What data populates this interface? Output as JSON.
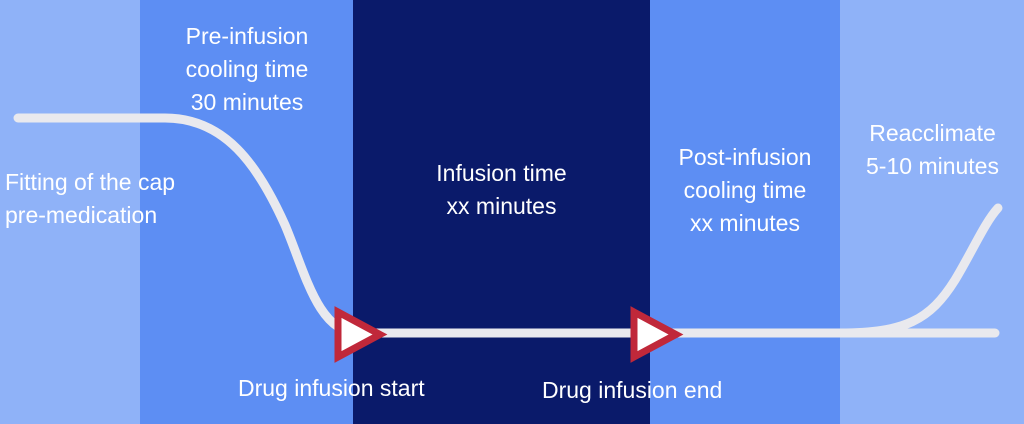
{
  "phases": [
    {
      "lines": [
        "Fitting of the cap",
        "pre-medication"
      ],
      "color": "#8fb2f8"
    },
    {
      "lines": [
        "Pre-infusion",
        "cooling time",
        "30 minutes"
      ],
      "color": "#5d8ef3"
    },
    {
      "lines": [
        "Infusion time",
        "xx minutes"
      ],
      "color": "#0a1a6a"
    },
    {
      "lines": [
        "Post-infusion",
        "cooling time",
        "xx minutes"
      ],
      "color": "#5d8ef3"
    },
    {
      "lines": [
        "Reacclimate",
        "5-10 minutes"
      ],
      "color": "#8fb2f8"
    }
  ],
  "markers": [
    {
      "label": "Drug infusion start"
    },
    {
      "label": "Drug infusion end"
    }
  ],
  "colors": {
    "curve": "#e9e9ee",
    "marker_stroke": "#c0283a",
    "marker_fill": "#ffffff",
    "text": "#ffffff"
  }
}
